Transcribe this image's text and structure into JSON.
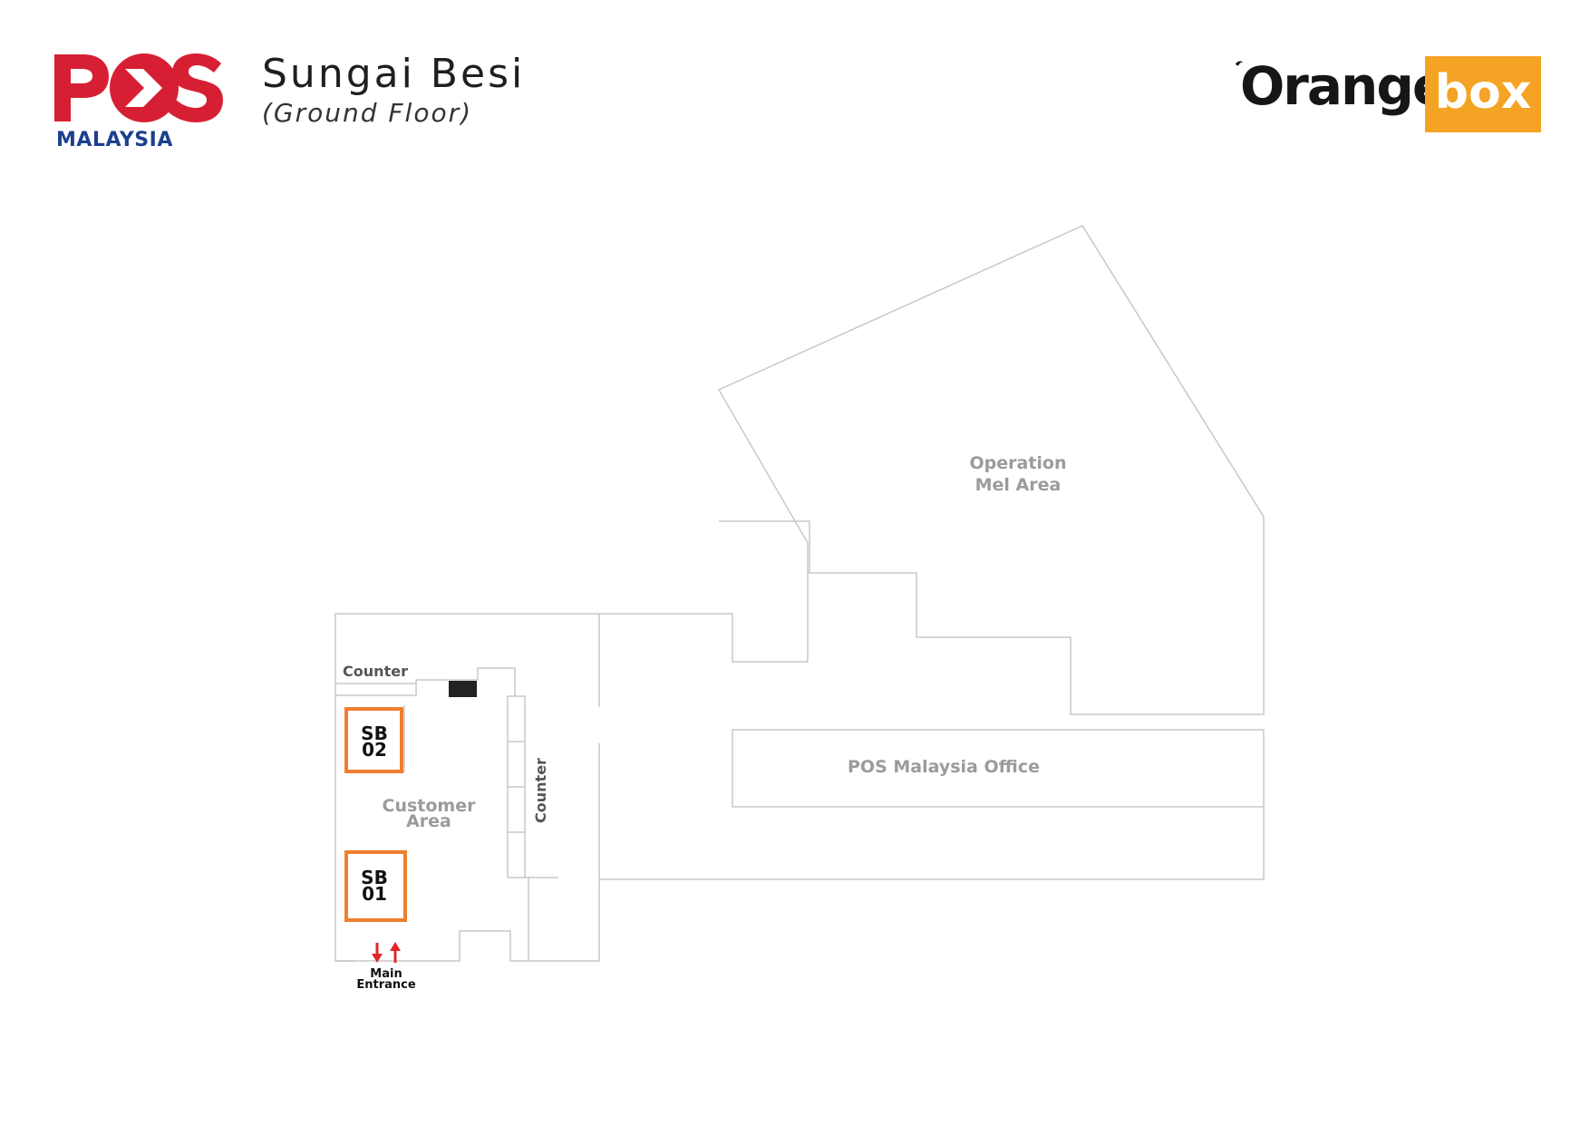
{
  "header": {
    "title": "Sungai Besi",
    "subtitle": "(Ground Floor)"
  },
  "logos": {
    "pos": {
      "word": "POS",
      "sub": "MALAYSIA",
      "color": "#d71f34",
      "sub_color": "#1d3f8f"
    },
    "orangebox": {
      "word_a": "Orange",
      "word_b": "box",
      "box_color": "#f5a324"
    }
  },
  "colors": {
    "wall": "#c8c8c8",
    "unit_outline": "#ef7f2e",
    "arrow": "#e0262b",
    "fixture": "#222222"
  },
  "map": {
    "rooms": {
      "operation_mel_1": "Operation",
      "operation_mel_2": "Mel Area",
      "pos_office": "POS Malaysia Office",
      "customer_1": "Customer",
      "customer_2": "Area"
    },
    "counters": {
      "top": "Counter",
      "side": "Counter"
    },
    "units": [
      {
        "id": "SB02",
        "line1": "SB",
        "line2": "02"
      },
      {
        "id": "SB01",
        "line1": "SB",
        "line2": "01"
      }
    ],
    "entrance": {
      "line1": "Main",
      "line2": "Entrance"
    }
  }
}
